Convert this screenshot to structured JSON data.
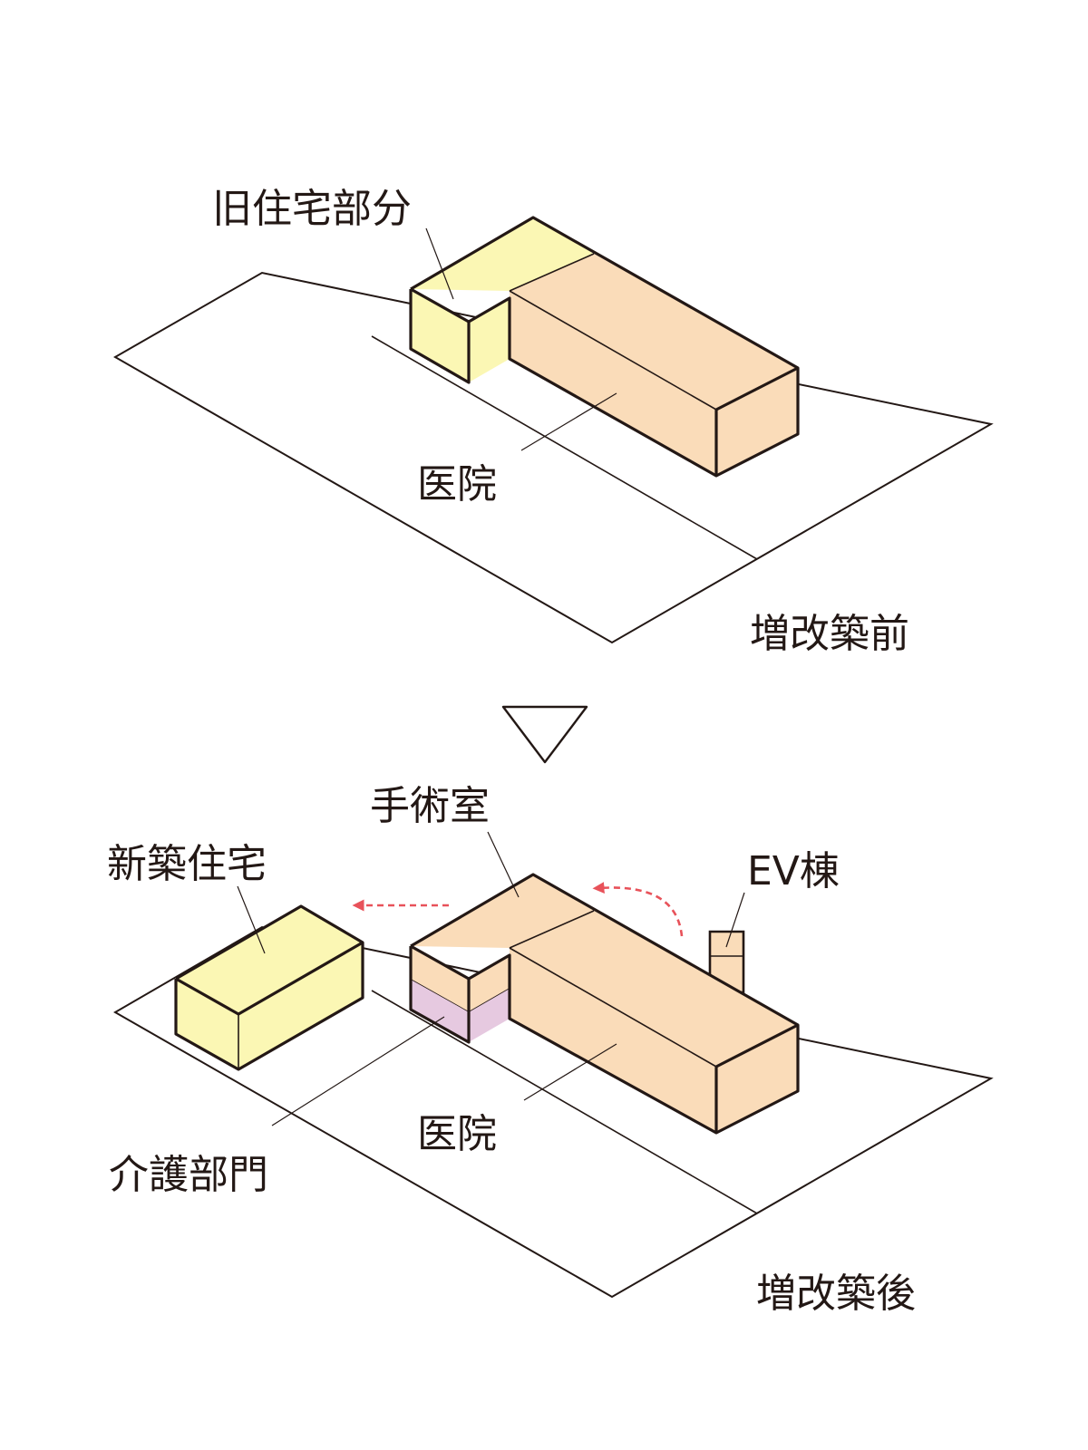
{
  "colors": {
    "ink": "#231815",
    "residence": "#fbf7b4",
    "clinic": "#fadcb9",
    "care": "#e6c9e0",
    "arrow": "#e8525a"
  },
  "before": {
    "label_old_residence": "旧住宅部分",
    "label_clinic": "医院",
    "caption": "増改築前"
  },
  "after": {
    "label_operating_room": "手術室",
    "label_new_residence": "新築住宅",
    "label_ev": "EV棟",
    "label_clinic": "医院",
    "label_care": "介護部門",
    "caption": "増改築後"
  },
  "transition_icon": "down-triangle-icon"
}
